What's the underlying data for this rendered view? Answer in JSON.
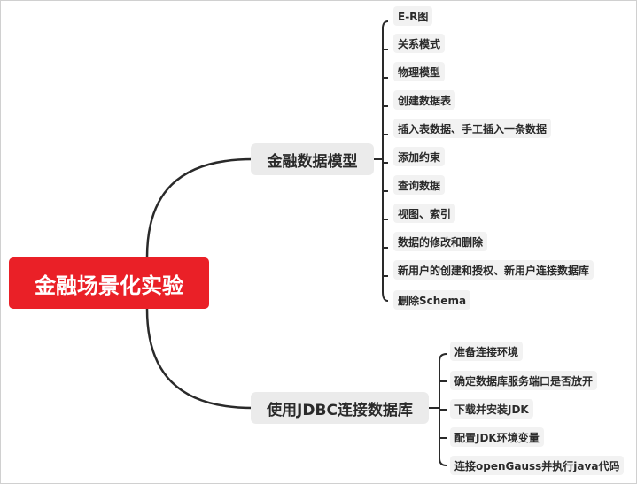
{
  "root": {
    "label": "金融场景化实验"
  },
  "branches": [
    {
      "label": "金融数据模型",
      "children": [
        "E-R图",
        "关系模式",
        "物理模型",
        "创建数据表",
        "插入表数据、手工插入一条数据",
        "添加约束",
        "查询数据",
        "视图、索引",
        "数据的修改和删除",
        "新用户的创建和授权、新用户连接数据库",
        "删除Schema"
      ]
    },
    {
      "label": "使用JDBC连接数据库",
      "children": [
        "准备连接环境",
        "确定数据库服务端口是否放开",
        "下载并安装JDK",
        "配置JDK环境变量",
        "连接openGauss并执行java代码"
      ]
    }
  ],
  "colors": {
    "root": "#ea2027",
    "line": "#2a2a2a",
    "branch_bg": "#ebebeb",
    "leaf_bg": "#f2f2f2"
  }
}
